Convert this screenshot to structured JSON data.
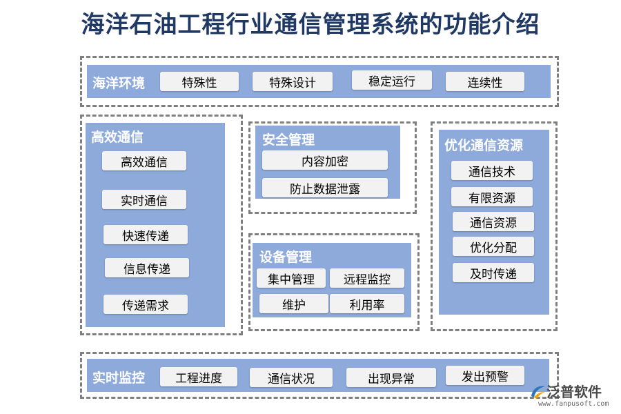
{
  "title": "海洋石油工程行业通信管理系统的功能介绍",
  "sections": {
    "ocean_env": {
      "title": "海洋环境",
      "items": [
        "特殊性",
        "特殊设计",
        "稳定运行",
        "连续性"
      ]
    },
    "efficient_comm": {
      "title": "高效通信",
      "items": [
        "高效通信",
        "实时通信",
        "快速传递",
        "信息传递",
        "传递需求"
      ]
    },
    "security": {
      "title": "安全管理",
      "items": [
        "内容加密",
        "防止数据泄露"
      ]
    },
    "equipment": {
      "title": "设备管理",
      "items": [
        "集中管理",
        "远程监控",
        "维护",
        "利用率"
      ]
    },
    "optimize": {
      "title": "优化通信资源",
      "items": [
        "通信技术",
        "有限资源",
        "通信资源",
        "优化分配",
        "及时传递"
      ]
    },
    "monitor": {
      "title": "实时监控",
      "items": [
        "工程进度",
        "通信状况",
        "出现异常",
        "发出预警"
      ]
    }
  },
  "logo": {
    "name": "泛普软件",
    "url": "www.fanpusoft.com",
    "icon": "fanpu-logo-icon"
  }
}
